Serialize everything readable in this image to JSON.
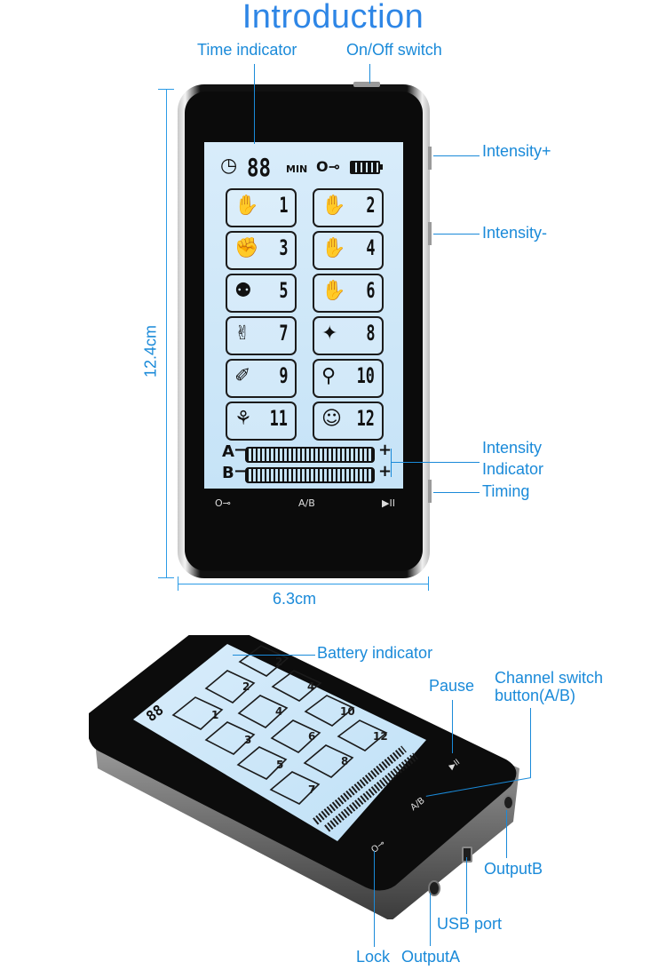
{
  "title": "Introduction",
  "labels": {
    "time_indicator": "Time indicator",
    "on_off_switch": "On/Off switch",
    "intensity_plus": "Intensity+",
    "intensity_minus": "Intensity-",
    "intensity_indicator_1": "Intensity",
    "intensity_indicator_2": "Indicator",
    "timing": "Timing",
    "battery_indicator": "Battery indicator",
    "pause": "Pause",
    "channel_switch_1": "Channel switch",
    "channel_switch_2": "button(A/B)",
    "output_b": "OutputB",
    "usb_port": "USB port",
    "lock": "Lock",
    "output_a": "OutputA"
  },
  "dimensions": {
    "height": "12.4cm",
    "width": "6.3cm"
  },
  "lcd": {
    "timer": "88",
    "min": "MIN",
    "channel_a": "A",
    "channel_b": "B",
    "plus": "+",
    "minus": "−",
    "modes": [
      "1",
      "2",
      "3",
      "4",
      "5",
      "6",
      "7",
      "8",
      "9",
      "10",
      "11",
      "12"
    ],
    "mode_figures": [
      "✋",
      "✋",
      "✊",
      "✋",
      "⚉",
      "✋",
      "✌",
      "✦",
      "✐",
      "⚲",
      "⚘",
      "☺"
    ]
  },
  "device_buttons": {
    "lock": "O⊸",
    "ab": "A/B",
    "play_pause": "▶II"
  },
  "device2_buttons": {
    "ab": "A/B",
    "play_pause": "▶II"
  },
  "colors": {
    "accent": "#2e86e6",
    "label": "#1a8ad9",
    "lcd": "#cfe7f8"
  }
}
